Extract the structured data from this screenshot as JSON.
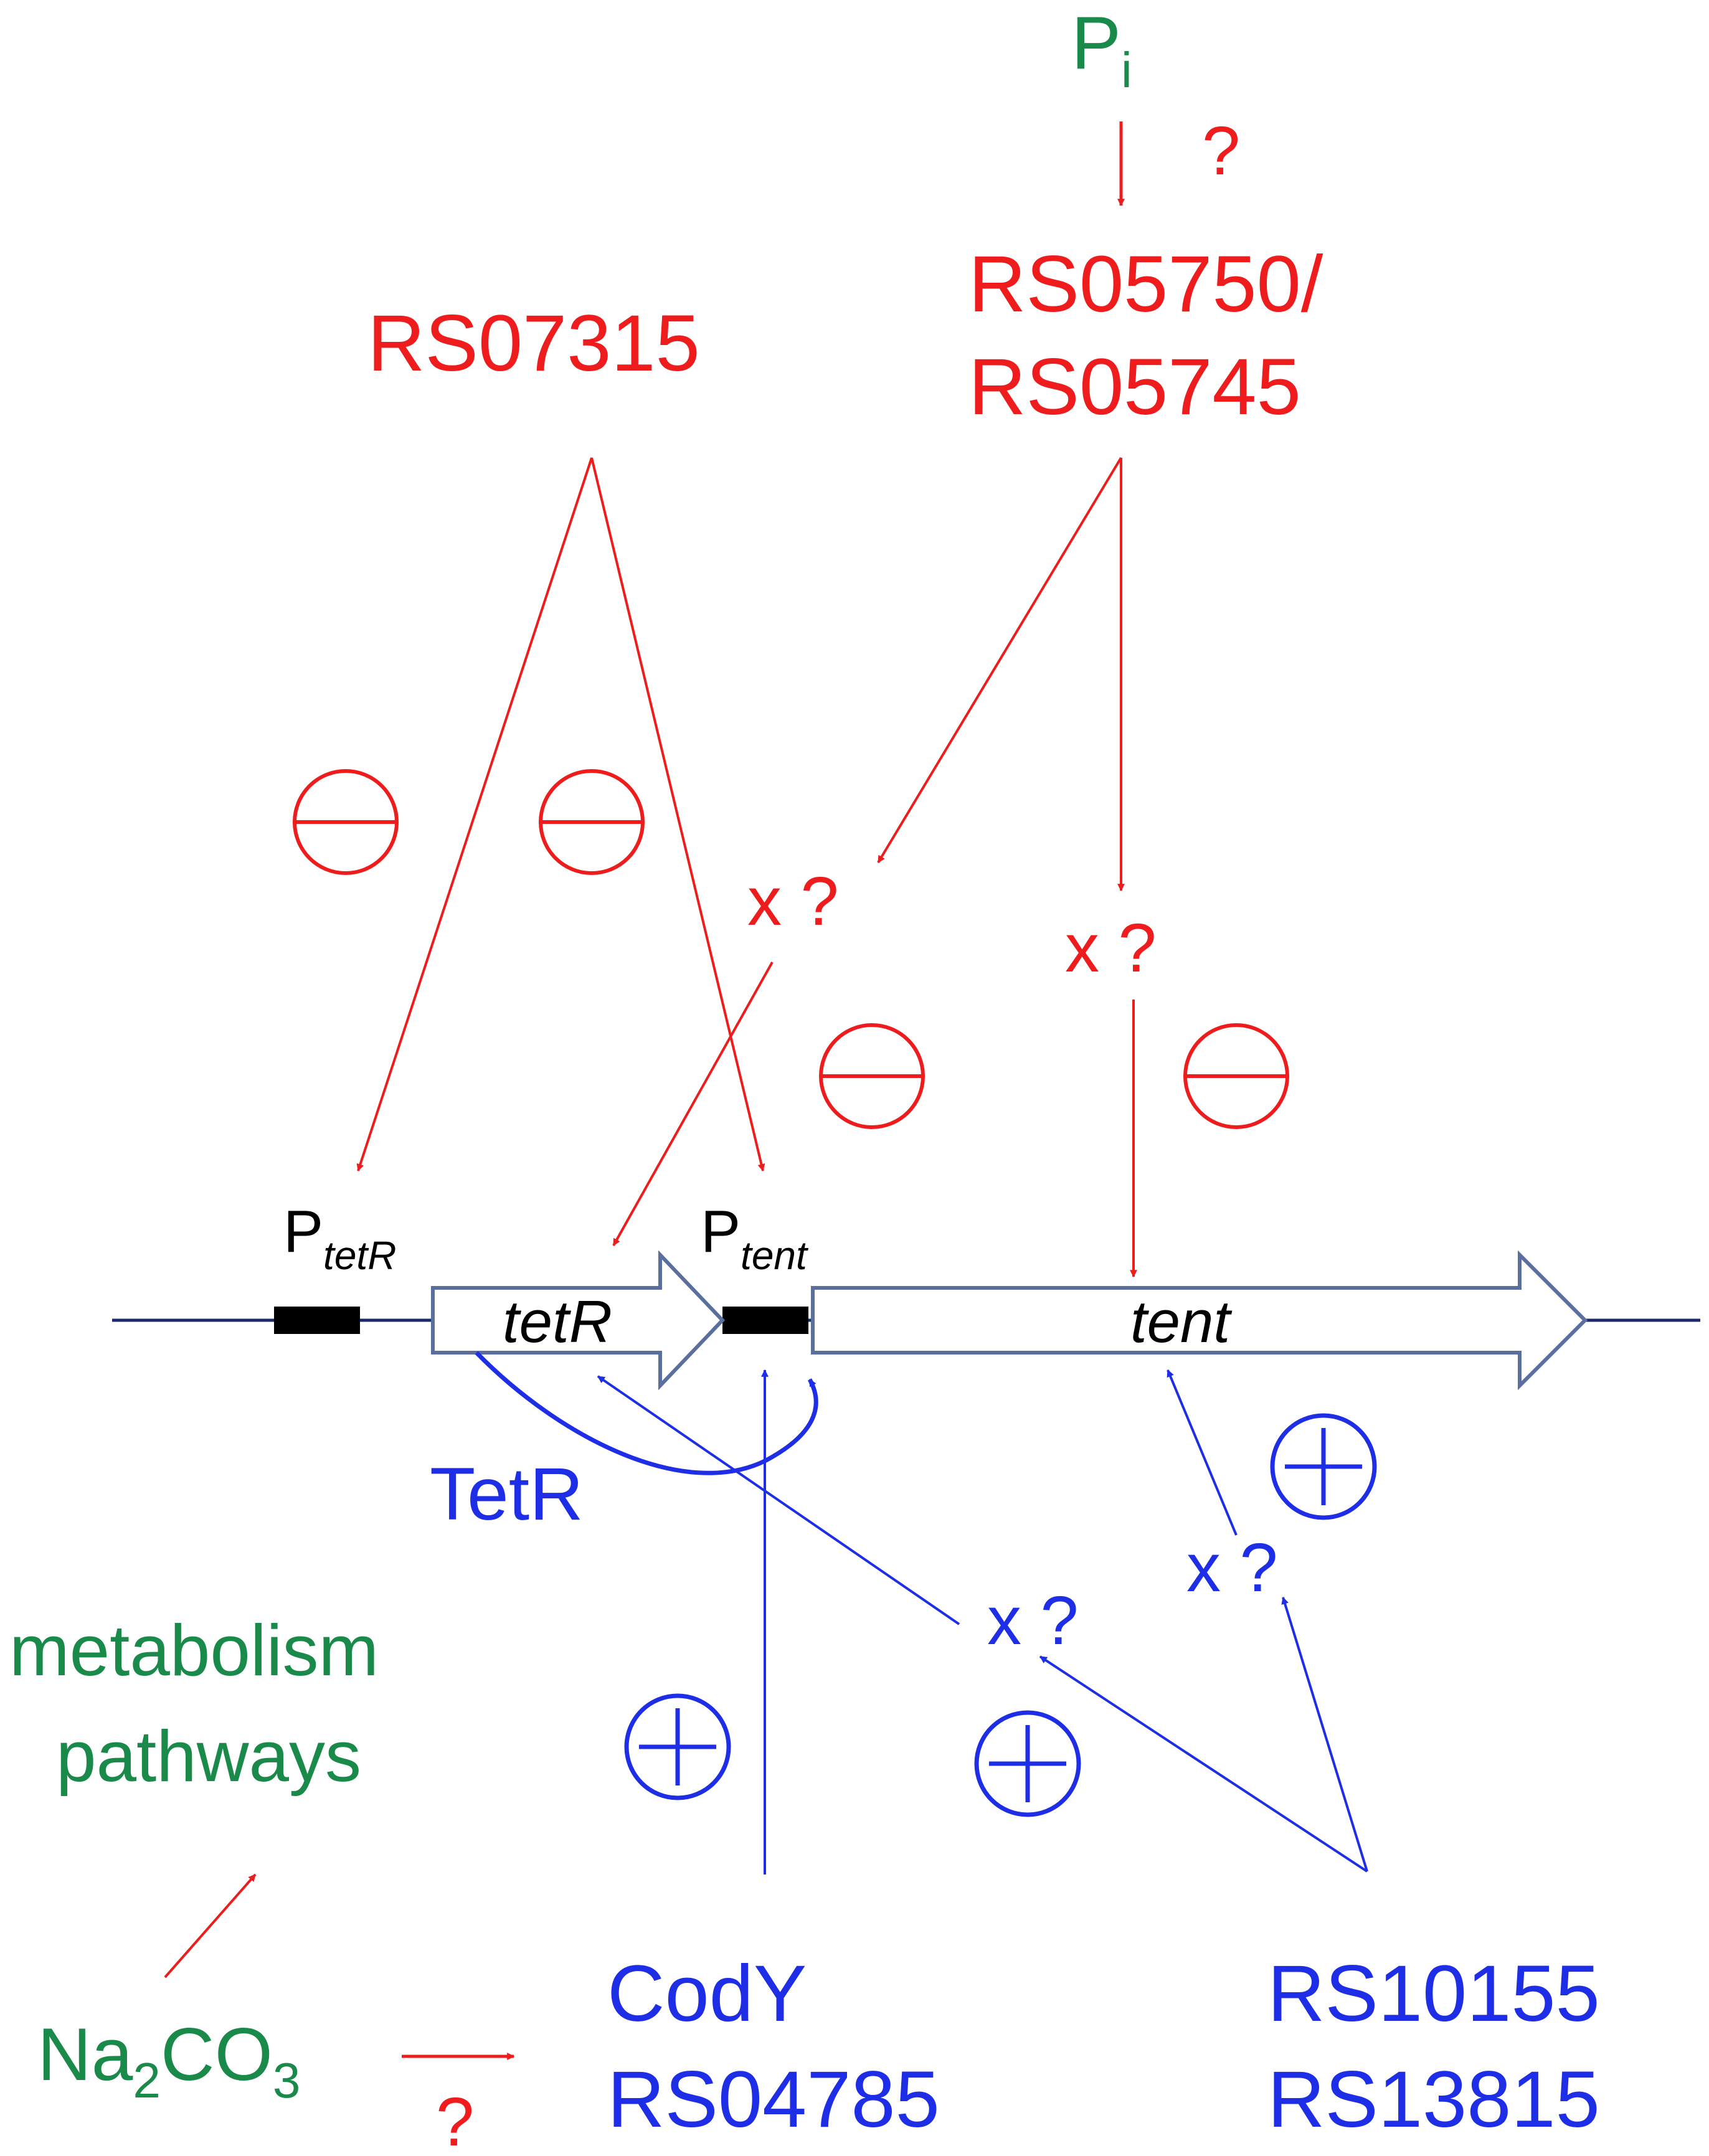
{
  "labels": {
    "pi_main": "P",
    "pi_sub": "i",
    "pi_question": "?",
    "rs05750": "RS05750/",
    "rs05745": "RS05745",
    "rs07315": "RS07315",
    "x_question": "x ?",
    "ptetr_main": "P",
    "ptetr_sub": "tetR",
    "ptent_main": "P",
    "ptent_sub": "tent",
    "gene_tetr": "tetR",
    "gene_tent": "tent",
    "tetr_protein": "TetR",
    "metabolism": "metabolism",
    "pathways": "pathways",
    "na2co3_a": "Na",
    "na2co3_b": "2",
    "na2co3_c": "CO",
    "na2co3_d": "3",
    "na_question": "?",
    "cody": "CodY",
    "rs04785": "RS04785",
    "rs10155": "RS10155",
    "rs13815": "RS13815"
  },
  "colors": {
    "repression": "#ee1c1c",
    "activation": "#1e2ee6",
    "metabolite": "#1a8a4a",
    "dna": "#1a2a6a",
    "gene_outline": "#5a6f9e"
  }
}
